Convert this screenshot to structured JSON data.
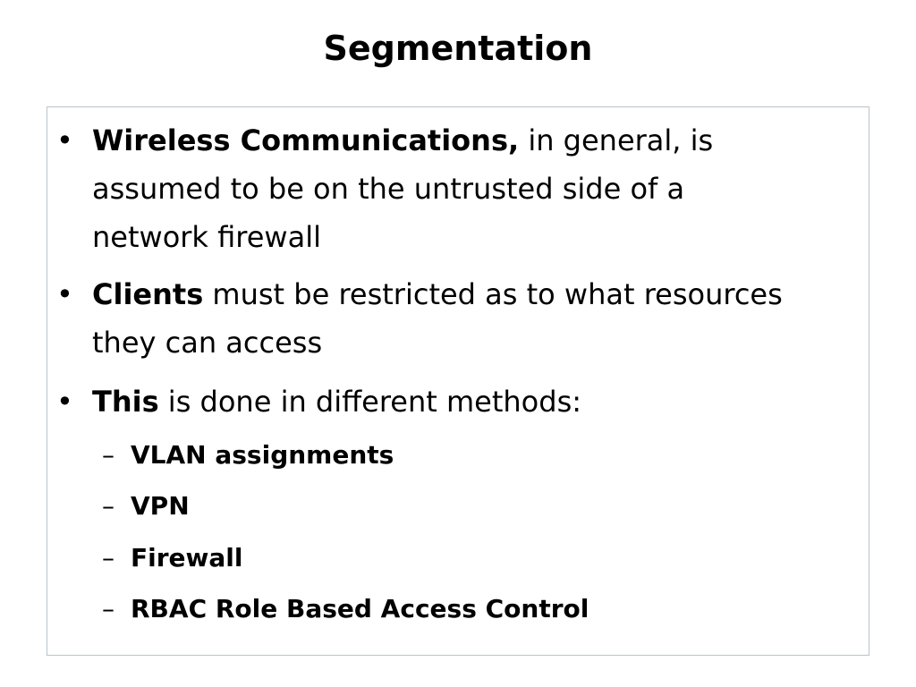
{
  "slide": {
    "title": "Segmentation",
    "bullet_marker": "•",
    "dash_marker": "–",
    "bullets": [
      {
        "bold": "Wireless Communications,",
        "rest": " in general, is assumed to be on the untrusted side of a network firewall"
      },
      {
        "bold": "Clients",
        "rest": " must be restricted as to what resources they can access"
      },
      {
        "bold": "This",
        "rest": " is done in different methods:"
      }
    ],
    "sub_items": [
      "VLAN assignments",
      "VPN",
      "Firewall",
      "RBAC Role Based Access Control"
    ]
  }
}
